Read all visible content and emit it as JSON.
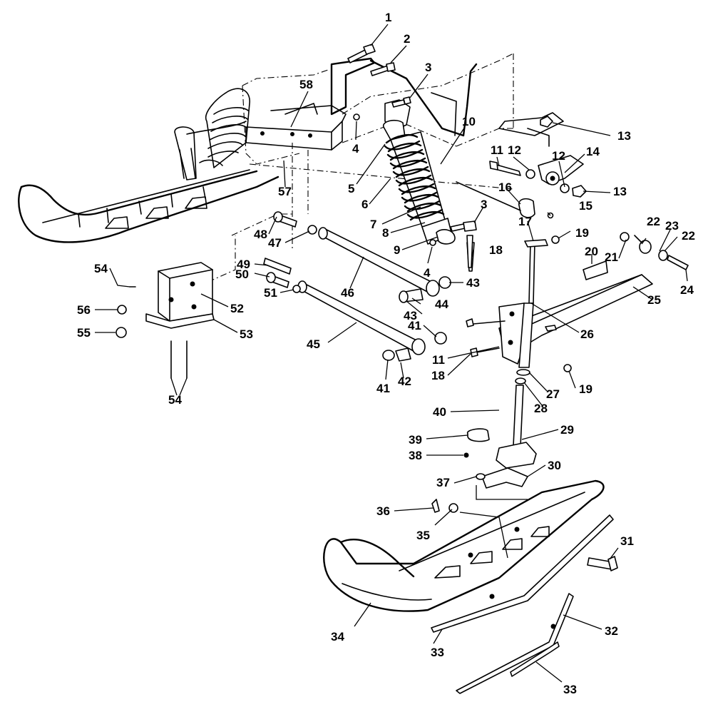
{
  "diagram": {
    "callouts": [
      {
        "id": "1",
        "label": "1"
      },
      {
        "id": "2",
        "label": "2"
      },
      {
        "id": "3a",
        "label": "3"
      },
      {
        "id": "58",
        "label": "58"
      },
      {
        "id": "10",
        "label": "10"
      },
      {
        "id": "4a",
        "label": "4"
      },
      {
        "id": "13a",
        "label": "13"
      },
      {
        "id": "11a",
        "label": "11"
      },
      {
        "id": "12a",
        "label": "12"
      },
      {
        "id": "14",
        "label": "14"
      },
      {
        "id": "12b",
        "label": "12"
      },
      {
        "id": "13b",
        "label": "13"
      },
      {
        "id": "5",
        "label": "5"
      },
      {
        "id": "57",
        "label": "57"
      },
      {
        "id": "16",
        "label": "16"
      },
      {
        "id": "6",
        "label": "6"
      },
      {
        "id": "3b",
        "label": "3"
      },
      {
        "id": "15",
        "label": "15"
      },
      {
        "id": "7",
        "label": "7"
      },
      {
        "id": "8",
        "label": "8"
      },
      {
        "id": "17",
        "label": "17"
      },
      {
        "id": "19a",
        "label": "19"
      },
      {
        "id": "22a",
        "label": "22"
      },
      {
        "id": "23",
        "label": "23"
      },
      {
        "id": "22b",
        "label": "22"
      },
      {
        "id": "21",
        "label": "21"
      },
      {
        "id": "9",
        "label": "9"
      },
      {
        "id": "48",
        "label": "48"
      },
      {
        "id": "47",
        "label": "47"
      },
      {
        "id": "18a",
        "label": "18"
      },
      {
        "id": "20",
        "label": "20"
      },
      {
        "id": "4b",
        "label": "4"
      },
      {
        "id": "49",
        "label": "49"
      },
      {
        "id": "54a",
        "label": "54"
      },
      {
        "id": "50",
        "label": "50"
      },
      {
        "id": "43a",
        "label": "43"
      },
      {
        "id": "24",
        "label": "24"
      },
      {
        "id": "51",
        "label": "51"
      },
      {
        "id": "46",
        "label": "46"
      },
      {
        "id": "44",
        "label": "44"
      },
      {
        "id": "25",
        "label": "25"
      },
      {
        "id": "56",
        "label": "56"
      },
      {
        "id": "52",
        "label": "52"
      },
      {
        "id": "43b",
        "label": "43"
      },
      {
        "id": "26",
        "label": "26"
      },
      {
        "id": "55",
        "label": "55"
      },
      {
        "id": "53",
        "label": "53"
      },
      {
        "id": "41a",
        "label": "41"
      },
      {
        "id": "45",
        "label": "45"
      },
      {
        "id": "11b",
        "label": "11"
      },
      {
        "id": "18b",
        "label": "18"
      },
      {
        "id": "19b",
        "label": "19"
      },
      {
        "id": "41b",
        "label": "41"
      },
      {
        "id": "42",
        "label": "42"
      },
      {
        "id": "27",
        "label": "27"
      },
      {
        "id": "54b",
        "label": "54"
      },
      {
        "id": "28",
        "label": "28"
      },
      {
        "id": "40",
        "label": "40"
      },
      {
        "id": "29",
        "label": "29"
      },
      {
        "id": "39",
        "label": "39"
      },
      {
        "id": "38",
        "label": "38"
      },
      {
        "id": "30",
        "label": "30"
      },
      {
        "id": "37",
        "label": "37"
      },
      {
        "id": "36",
        "label": "36"
      },
      {
        "id": "35",
        "label": "35"
      },
      {
        "id": "31",
        "label": "31"
      },
      {
        "id": "32",
        "label": "32"
      },
      {
        "id": "34",
        "label": "34"
      },
      {
        "id": "33a",
        "label": "33"
      },
      {
        "id": "33b",
        "label": "33"
      }
    ]
  }
}
